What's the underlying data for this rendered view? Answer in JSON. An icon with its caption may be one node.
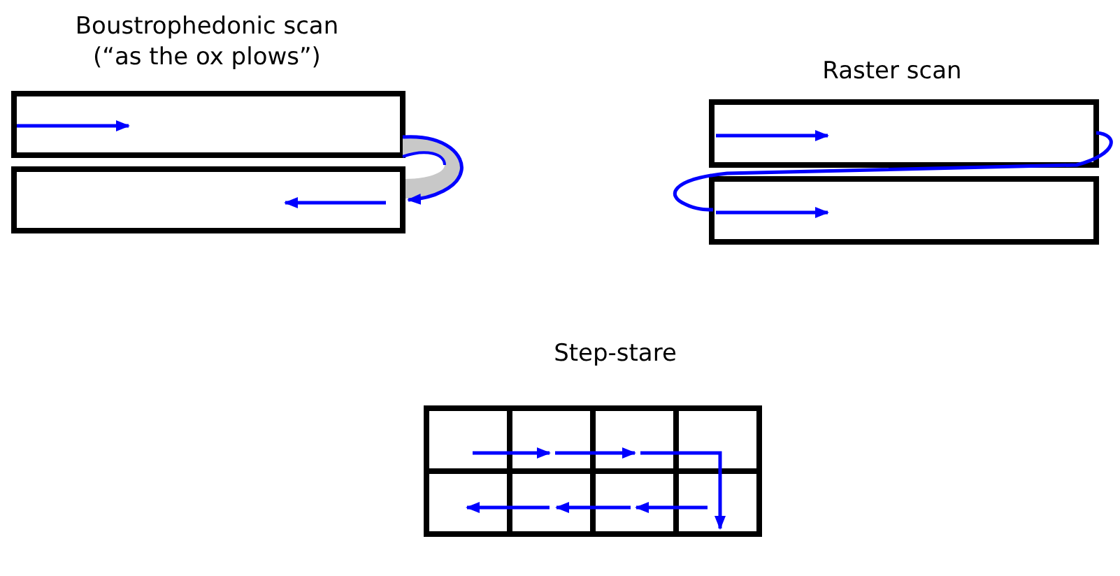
{
  "diagram": {
    "labels": [
      "Boustrophedonic scan (“as the ox plows”)",
      "Raster scan",
      "Step-stare"
    ]
  }
}
